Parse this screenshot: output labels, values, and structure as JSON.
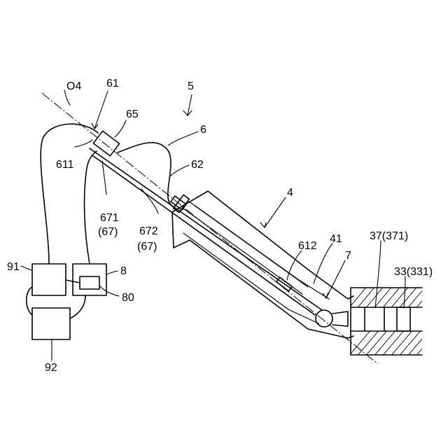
{
  "labels": {
    "ref_5": "5",
    "ref_O4": "O4",
    "ref_61": "61",
    "ref_65": "65",
    "ref_6": "6",
    "ref_611": "611",
    "ref_62": "62",
    "ref_4": "4",
    "ref_671": "671",
    "ref_671_group": "(67)",
    "ref_672": "672",
    "ref_672_group": "(67)",
    "ref_612": "612",
    "ref_41": "41",
    "ref_37": "37(371)",
    "ref_7": "7",
    "ref_33": "33(331)",
    "ref_91": "91",
    "ref_8": "8",
    "ref_80": "80",
    "ref_92": "92"
  }
}
